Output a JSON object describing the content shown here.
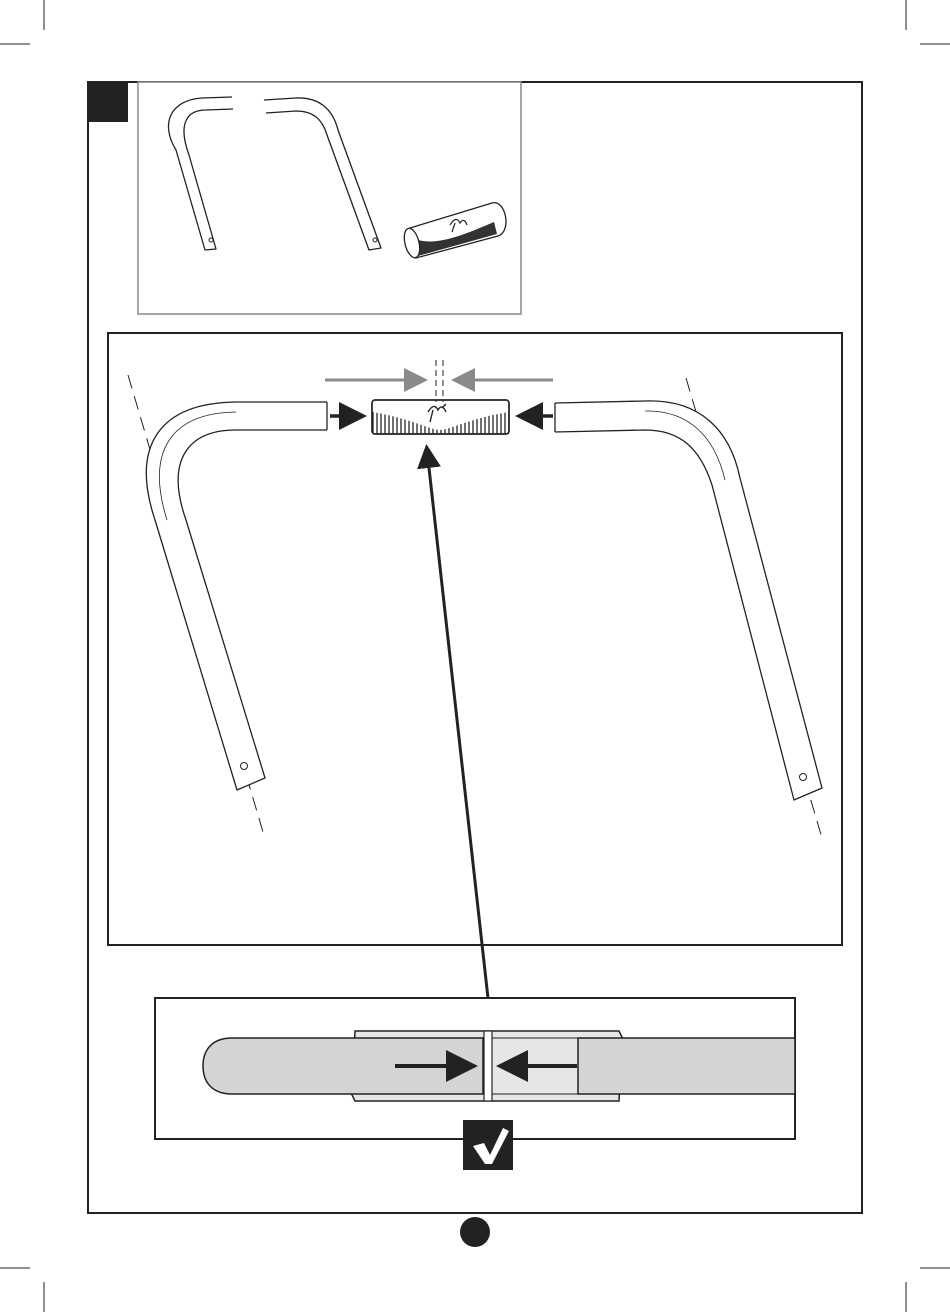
{
  "page": {
    "step_number": "",
    "page_number": ""
  },
  "parts_panel": {
    "items": [
      "left-bent-tube",
      "right-bent-tube",
      "handle-connector-sleeve"
    ]
  },
  "assembly_panel": {
    "items": [
      "left-bent-tube",
      "right-bent-tube",
      "handle-connector-sleeve",
      "insertion-arrow-left",
      "insertion-arrow-right",
      "center-gap-indicator"
    ]
  },
  "detail_panel": {
    "result": "correct",
    "icon": "checkmark-icon"
  },
  "colors": {
    "ink": "#222222",
    "tube_fill": "#d4d4d4",
    "sleeve_fill": "#e0e0e0",
    "indicator_gray": "#8a8a8a"
  }
}
